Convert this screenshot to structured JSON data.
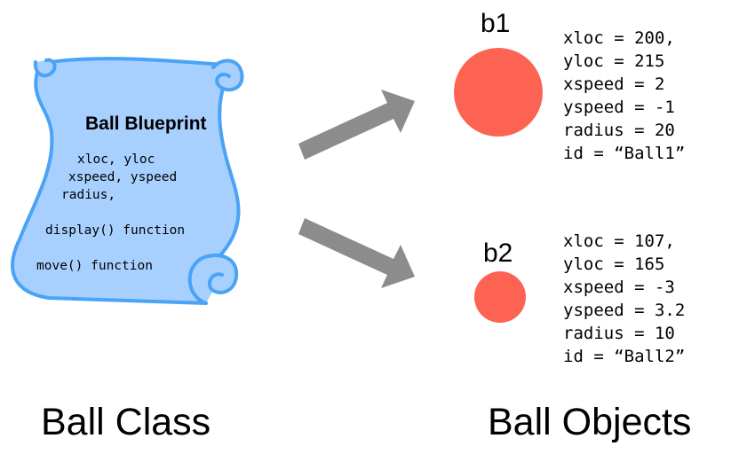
{
  "class_section": {
    "caption": "Ball Class",
    "scroll_color": "#a8d0ff",
    "scroll_outline": "#4aa3f5",
    "blueprint": {
      "title": "Ball Blueprint",
      "lines": [
        "xloc, yloc",
        "xspeed, yspeed",
        "radius,",
        "display() function",
        "move() function"
      ]
    }
  },
  "objects_section": {
    "caption": "Ball Objects",
    "ball_color": "#fd6353",
    "arrow_color": "#8c8c8c",
    "objects": [
      {
        "name": "b1",
        "props": [
          "xloc = 200,",
          "yloc = 215",
          "xspeed = 2",
          "yspeed = -1",
          "radius = 20",
          "id = “Ball1”"
        ]
      },
      {
        "name": "b2",
        "props": [
          "xloc = 107,",
          "yloc = 165",
          "xspeed = -3",
          "yspeed = 3.2",
          "radius = 10",
          "id = “Ball2”"
        ]
      }
    ]
  }
}
